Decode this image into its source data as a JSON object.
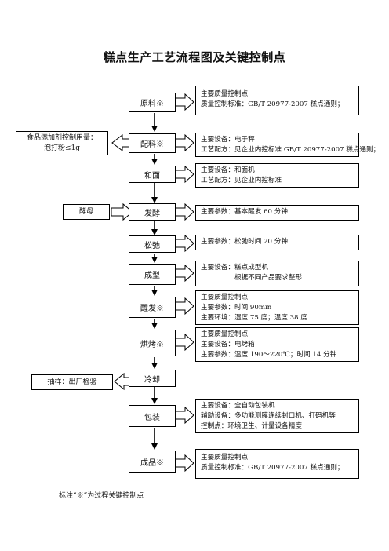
{
  "title": "糕点生产工艺流程图及关键控制点",
  "steps": [
    {
      "label": "原料※"
    },
    {
      "label": "配料※"
    },
    {
      "label": "和面"
    },
    {
      "label": "发酵"
    },
    {
      "label": "松弛"
    },
    {
      "label": "成型"
    },
    {
      "label": "醒发※"
    },
    {
      "label": "烘烤※"
    },
    {
      "label": "冷却"
    },
    {
      "label": "包装"
    },
    {
      "label": "成品※"
    }
  ],
  "info": [
    {
      "lines": [
        "主要质量控制点",
        "质量控制标准：GB/T 20977-2007 糕点通则；"
      ]
    },
    {
      "lines": [
        "主要设备：电子秤",
        "工艺配方：见企业内控标准 GB/T 20977-2007 糕点通则；"
      ]
    },
    {
      "lines": [
        "主要设备：和面机",
        "工艺配方：见企业内控标准"
      ]
    },
    {
      "lines": [
        "主要参数：基本醒发 60 分钟"
      ]
    },
    {
      "lines": [
        "主要参数：松弛时间 20 分钟"
      ]
    },
    {
      "lines": [
        "主要设备：糕点成型机",
        "　　　　　根据不同产品要求整形"
      ]
    },
    {
      "lines": [
        "主要质量控制点",
        "主要参数：时间 90min",
        "主要环境：湿度 75 度；温度 38 度"
      ]
    },
    {
      "lines": [
        "主要质量控制点",
        "主要设备：电烤箱",
        "主要参数：温度 190～220℃；时间 14 分钟"
      ]
    },
    {
      "lines": [
        "主要设备：全自动包装机",
        "辅助设备：多功能测膜连续封口机、打码机等",
        "控制点：环境卫生、计量设备精度"
      ]
    },
    {
      "lines": [
        "主要质量控制点",
        "质量控制标准：GB/T 20977-2007 糕点通则；"
      ]
    }
  ],
  "side": {
    "additive": [
      "食品添加剂控制用量：",
      "泡打粉≤1g"
    ],
    "yeast": "酵母",
    "sampling": "抽样：出厂检验"
  },
  "note": "标注“※”为过程关键控制点"
}
